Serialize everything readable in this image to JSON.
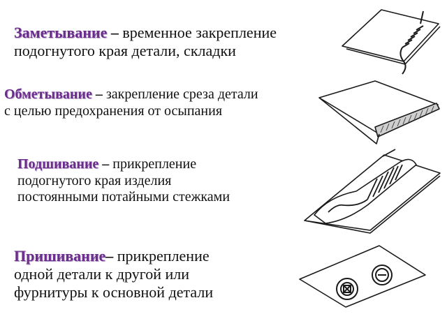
{
  "items": [
    {
      "term": "Заметывание",
      "sep": " – ",
      "line1": "временное закрепление",
      "line2": "подогнутого края детали, складки",
      "icon": "basting-stitch-icon"
    },
    {
      "term": "Обметывание",
      "sep": " – ",
      "line1": " закрепление среза детали",
      "line2": "с  целью предохранения от осыпания",
      "icon": "overcast-edge-icon"
    },
    {
      "term": "Подшивание",
      "sep": "  – ",
      "line1": "прикрепление",
      "line2": "подогнутого края изделия",
      "line3": "постоянными потайными стежками",
      "icon": "hemming-stitch-icon"
    },
    {
      "term": "Пришивание",
      "sep": "– ",
      "line1": "прикрепление",
      "line2": "одной детали к другой или",
      "line3": "фурнитуры к основной детали",
      "icon": "sewn-buttons-icon"
    }
  ],
  "colors": {
    "term": "#6a2d8c",
    "text": "#111111",
    "line": "#1a1a1a"
  }
}
